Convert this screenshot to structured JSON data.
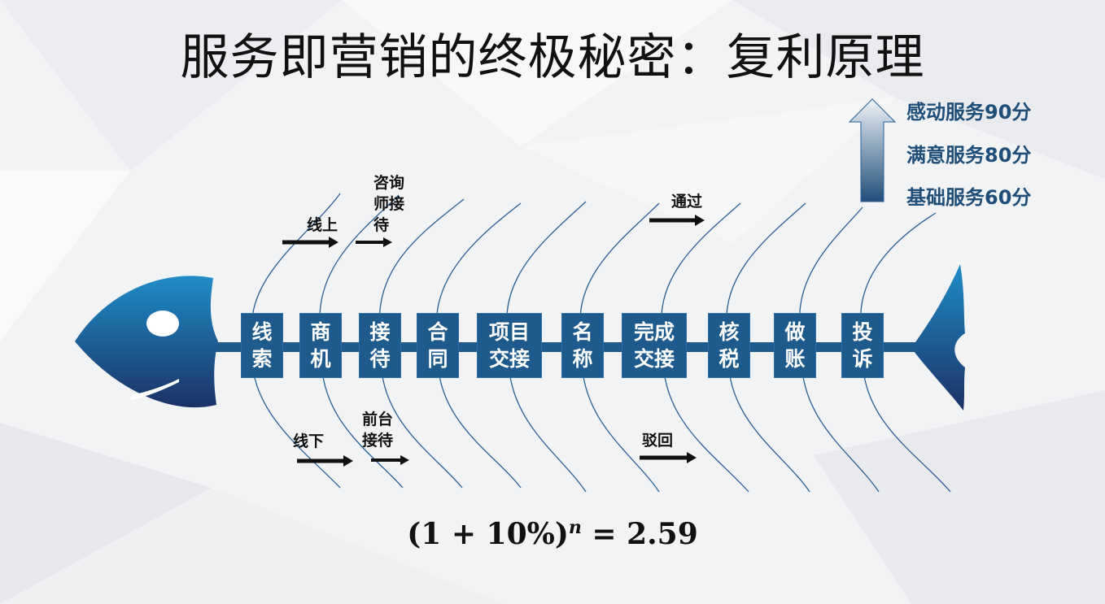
{
  "title": "服务即营销的终极秘密：复利原理",
  "stages": [
    {
      "line1": "线",
      "line2": "索"
    },
    {
      "line1": "商",
      "line2": "机"
    },
    {
      "line1": "接",
      "line2": "待"
    },
    {
      "line1": "合",
      "line2": "同"
    },
    {
      "line1": "项目",
      "line2": "交接"
    },
    {
      "line1": "名",
      "line2": "称"
    },
    {
      "line1": "完成",
      "line2": "交接"
    },
    {
      "line1": "核",
      "line2": "税"
    },
    {
      "line1": "做",
      "line2": "账"
    },
    {
      "line1": "投",
      "line2": "诉"
    }
  ],
  "annotations": {
    "online": "线上",
    "offline": "线下",
    "consultant_line1": "咨询",
    "consultant_line2": "师接",
    "consultant_line3": "待",
    "frontdesk_line1": "前台",
    "frontdesk_line2": "接待",
    "pass": "通过",
    "reject": "驳回"
  },
  "service_levels": [
    {
      "label": "感动服务90分"
    },
    {
      "label": "满意服务80分"
    },
    {
      "label": "基础服务60分"
    }
  ],
  "formula": {
    "base": "(1 + 10%)",
    "exponent": "n",
    "result": " = 2.59"
  },
  "colors": {
    "fish_dark": "#1b3f72",
    "fish_light": "#1f8cc7",
    "stage_box": "#1f5a8c",
    "level_text": "#1f4e79"
  }
}
